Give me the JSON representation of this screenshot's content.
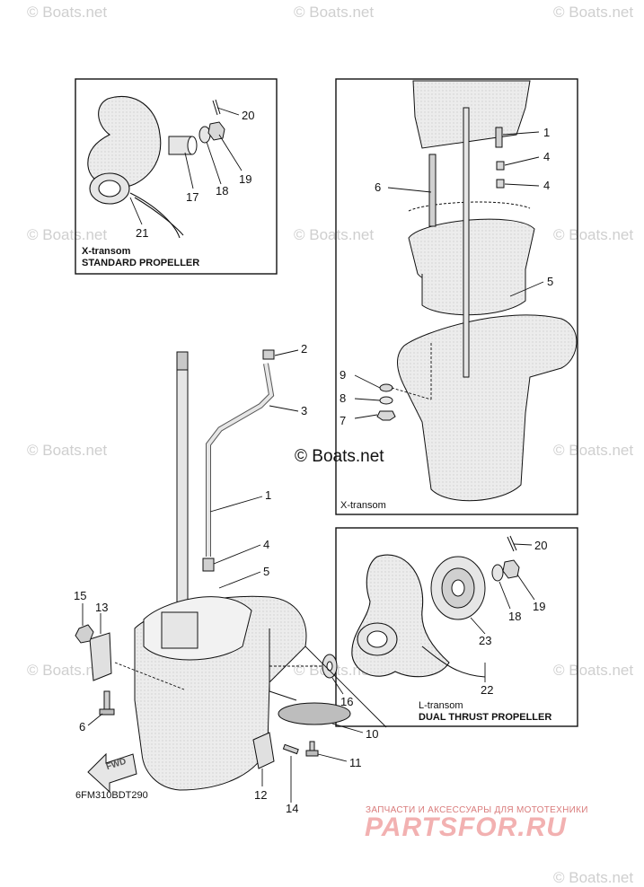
{
  "watermarks": [
    "© Boats.net",
    "© Boats.net",
    "© Boats.net",
    "© Boats.net",
    "© Boats.net",
    "© Boats.net",
    "© Boats.net",
    "© Boats.net",
    "© Boats.net",
    "© Boats.net",
    "© Boats.net",
    "© Boats.net"
  ],
  "copyright": "© Boats.net",
  "panels": {
    "x_standard": {
      "line1": "X-transom",
      "line2": "STANDARD PROPELLER",
      "labels": [
        "20",
        "19",
        "18",
        "17",
        "21"
      ]
    },
    "x_transom": {
      "caption": "X-transom",
      "labels": [
        "1",
        "4",
        "4",
        "6",
        "5",
        "9",
        "8",
        "7"
      ]
    },
    "l_dual": {
      "line1": "L-transom",
      "line2": "DUAL THRUST PROPELLER",
      "labels": [
        "20",
        "19",
        "18",
        "23",
        "22"
      ]
    }
  },
  "main_labels": [
    "2",
    "3",
    "1",
    "4",
    "5",
    "15",
    "13",
    "6",
    "16",
    "10",
    "11",
    "12",
    "14"
  ],
  "fwd_label": "FWD",
  "diagram_code": "6FM310BDT290",
  "brand": {
    "tagline": "ЗАПЧАСТИ И АКСЕССУАРЫ ДЛЯ МОТОТЕХНИКИ",
    "logo_text": "PARTSFOR.RU"
  },
  "colors": {
    "line": "#111111",
    "part_fill": "#e6e6e6",
    "part_shade": "#bdbdbd",
    "watermark": "#cfcfcf",
    "brand": "#e88a8a"
  }
}
